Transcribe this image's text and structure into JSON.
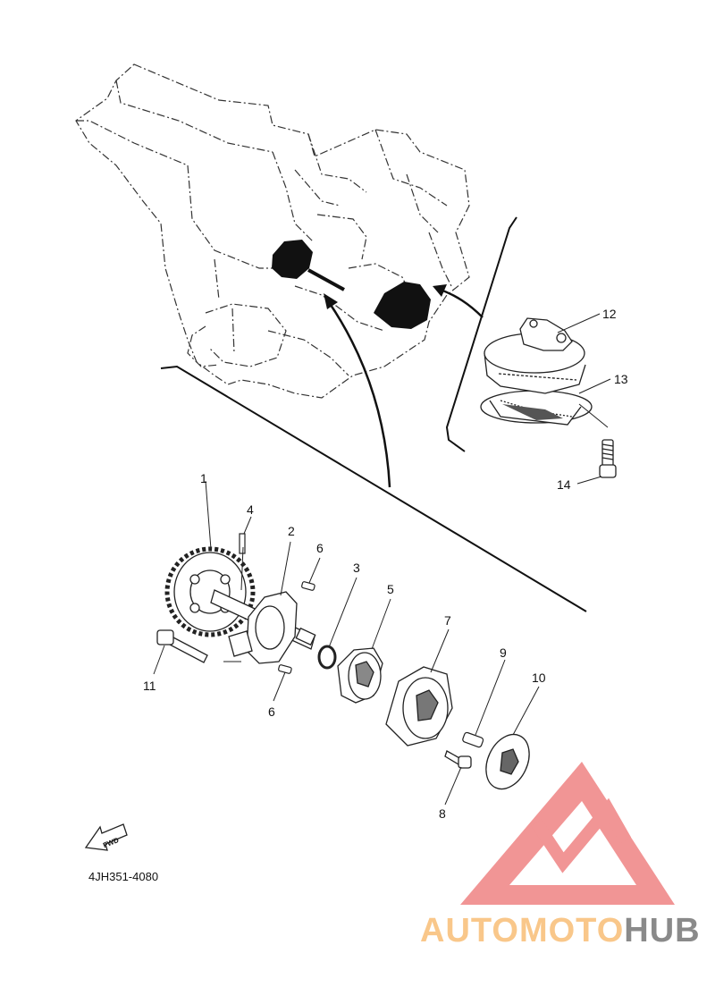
{
  "callouts": [
    "1",
    "2",
    "3",
    "4",
    "5",
    "6",
    "6",
    "7",
    "8",
    "9",
    "10",
    "11",
    "12",
    "13",
    "14"
  ],
  "fwd_label": "FWD",
  "diagram_code": "4JH351-4080",
  "watermark": {
    "part1": "AUTOMOTO",
    "part2": "HUB",
    "color1": "#f9c78a",
    "color2": "#8a8a8a",
    "logo_color": "#f08a8a"
  }
}
